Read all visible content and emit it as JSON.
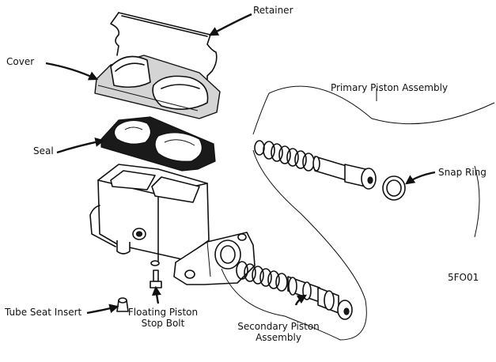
{
  "labels": {
    "retainer": "Retainer",
    "cover": "Cover",
    "seal": "Seal",
    "primary_piston_assembly": "Primary Piston Assembly",
    "snap_ring": "Snap Ring",
    "figure_code": "5FO01",
    "tube_seat_insert": "Tube Seat Insert",
    "floating_piston_line1": "Floating Piston",
    "floating_piston_line2": "Stop Bolt",
    "secondary_piston_line1": "Secondary Piston",
    "secondary_piston_line2": "Assembly"
  },
  "colors": {
    "ink": "#111111",
    "background": "#ffffff",
    "shade": "#d4d4d4"
  }
}
